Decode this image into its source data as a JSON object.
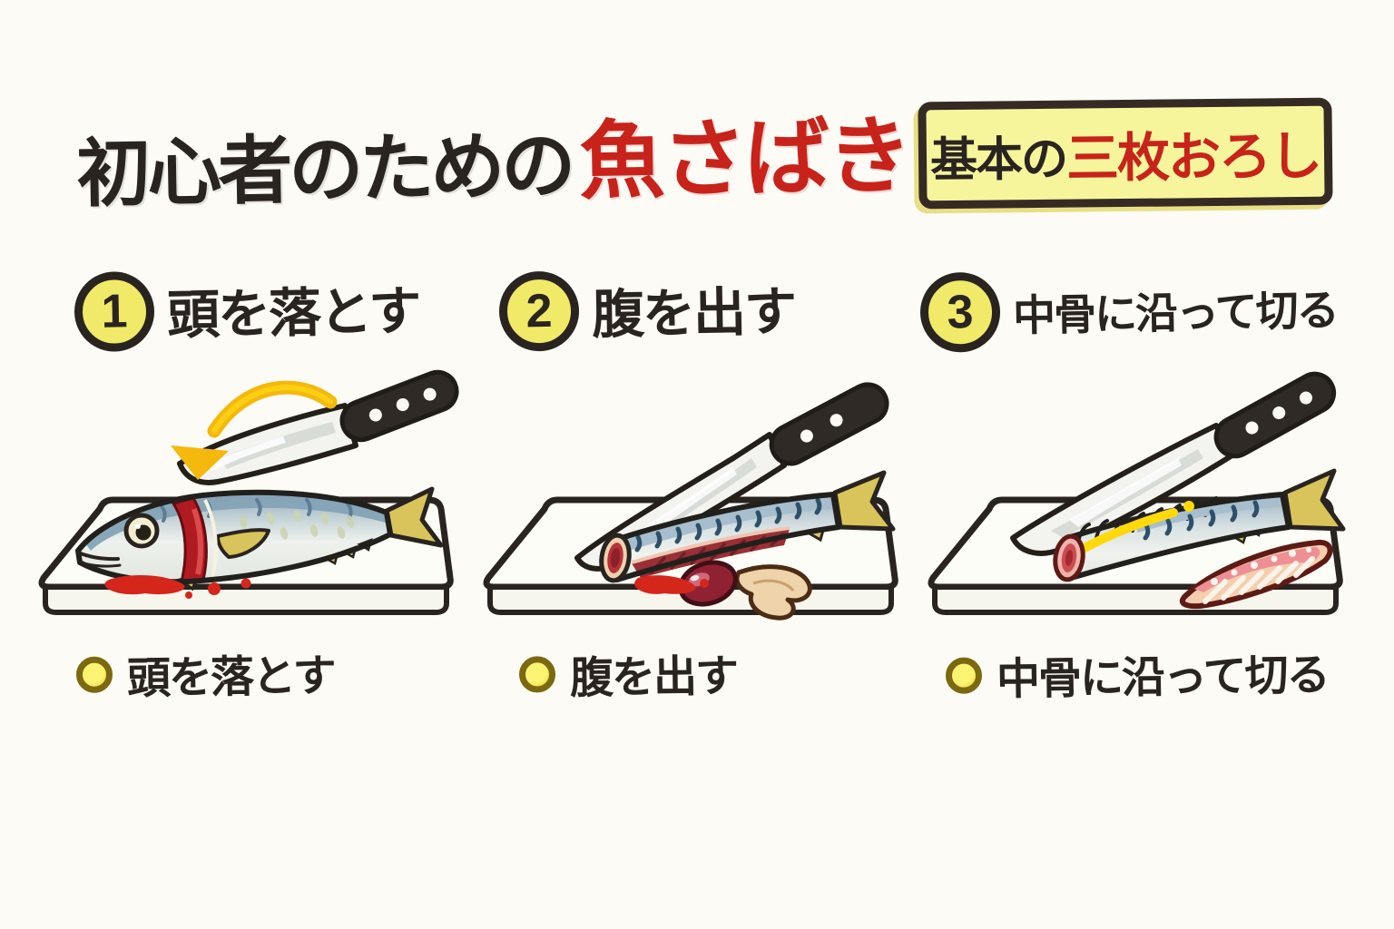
{
  "page": {
    "background": "#fcfbf6",
    "ink": "#2a2420",
    "accent_red": "#c8231a"
  },
  "title": {
    "black_part": "初心者のための",
    "red_part": "魚さばき"
  },
  "badge": {
    "black_part": "基本の",
    "red_part": "三枚おろし",
    "bg_color": "#f7f59c",
    "border_color": "#352b24"
  },
  "steps": [
    {
      "number": "1",
      "heading": "頭を落とす",
      "caption": "頭を落とす",
      "illustration": "whole fish on cutting board, knife behind head, yellow swing arrow, blood drops"
    },
    {
      "number": "2",
      "heading": "腹を出す",
      "caption": "腹を出す",
      "illustration": "headless fish with belly opened, innards and blood on cutting board, knife"
    },
    {
      "number": "3",
      "heading": "中骨に沿って切る",
      "caption": "中骨に沿って切る",
      "illustration": "fish cut along backbone with yellow cut line, separated fillet on cutting board, knife"
    }
  ],
  "colors": {
    "step_circle": "#f1e968",
    "bullet_fill": "#f6e14b",
    "bullet_ring": "#7c690f",
    "fish_back_blue": "#84a3b6",
    "fin_yellow": "#d9c45c",
    "blood_red": "#d5261b",
    "cut_line_yellow": "#ffd90a",
    "fillet_pink": "#ee8f94"
  }
}
